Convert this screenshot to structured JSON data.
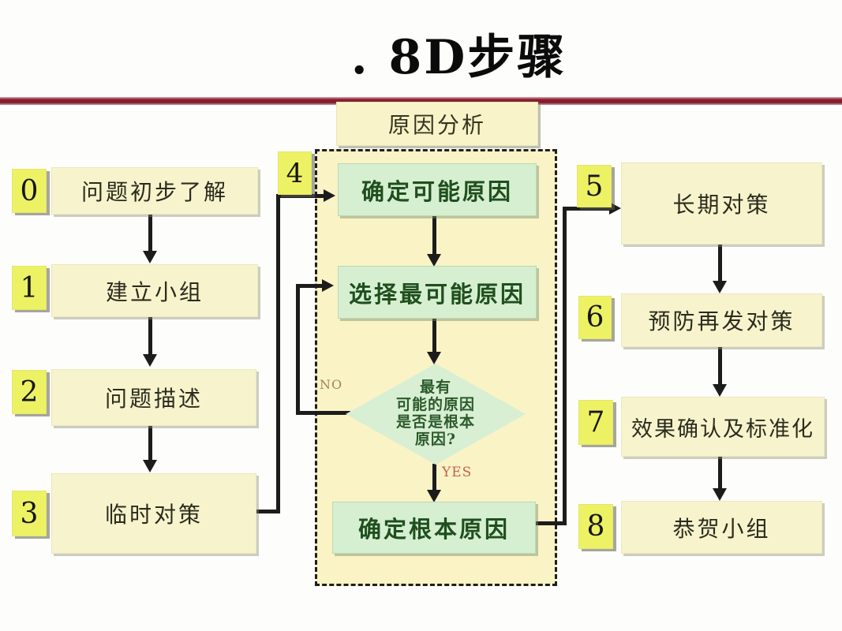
{
  "title": ". 8D步骤",
  "cause_analysis_label": "原因分析",
  "left_steps": [
    {
      "num": "0",
      "label": "问题初步了解"
    },
    {
      "num": "1",
      "label": "建立小组"
    },
    {
      "num": "2",
      "label": "问题描述"
    },
    {
      "num": "3",
      "label": "临时对策"
    }
  ],
  "center": {
    "step_num": "4",
    "box1": "确定可能原因",
    "box2": "选择最可能原因",
    "diamond_lines": [
      "最有",
      "可能的原因",
      "是否是根本",
      "原因?"
    ],
    "no_label": "NO",
    "yes_label": "YES",
    "box3": "确定根本原因"
  },
  "right_steps": [
    {
      "num": "5",
      "label": "长期对策"
    },
    {
      "num": "6",
      "label": "预防再发对策"
    },
    {
      "num": "7",
      "label": "效果确认及标准化"
    },
    {
      "num": "8",
      "label": "恭贺小组"
    }
  ],
  "colors": {
    "divider_red": "#8e2132",
    "step_box_fill": "#f7f4cd",
    "number_box_fill": "#edf164",
    "green_box_fill": "#d6efd1",
    "container_fill": "#faf3c5",
    "line_black": "#1c1c1c",
    "green_text": "#1f4f1e",
    "no_color": "#a38263",
    "yes_color": "#c2604f"
  }
}
